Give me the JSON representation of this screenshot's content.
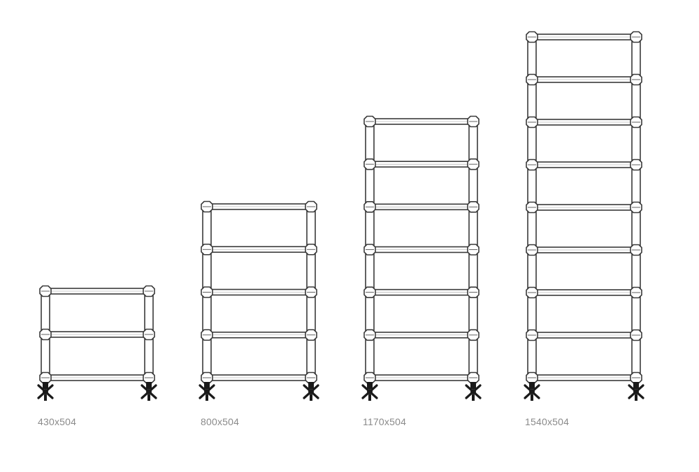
{
  "radiators": [
    {
      "label": "430x504",
      "rails": 3
    },
    {
      "label": "800x504",
      "rails": 5
    },
    {
      "label": "1170x504",
      "rails": 7
    },
    {
      "label": "1540x504",
      "rails": 9
    }
  ],
  "colors": {
    "outline": "#3a3a3a",
    "fill": "#ffffff",
    "valve": "#1a1a1a",
    "label": "#8a8a8a"
  }
}
